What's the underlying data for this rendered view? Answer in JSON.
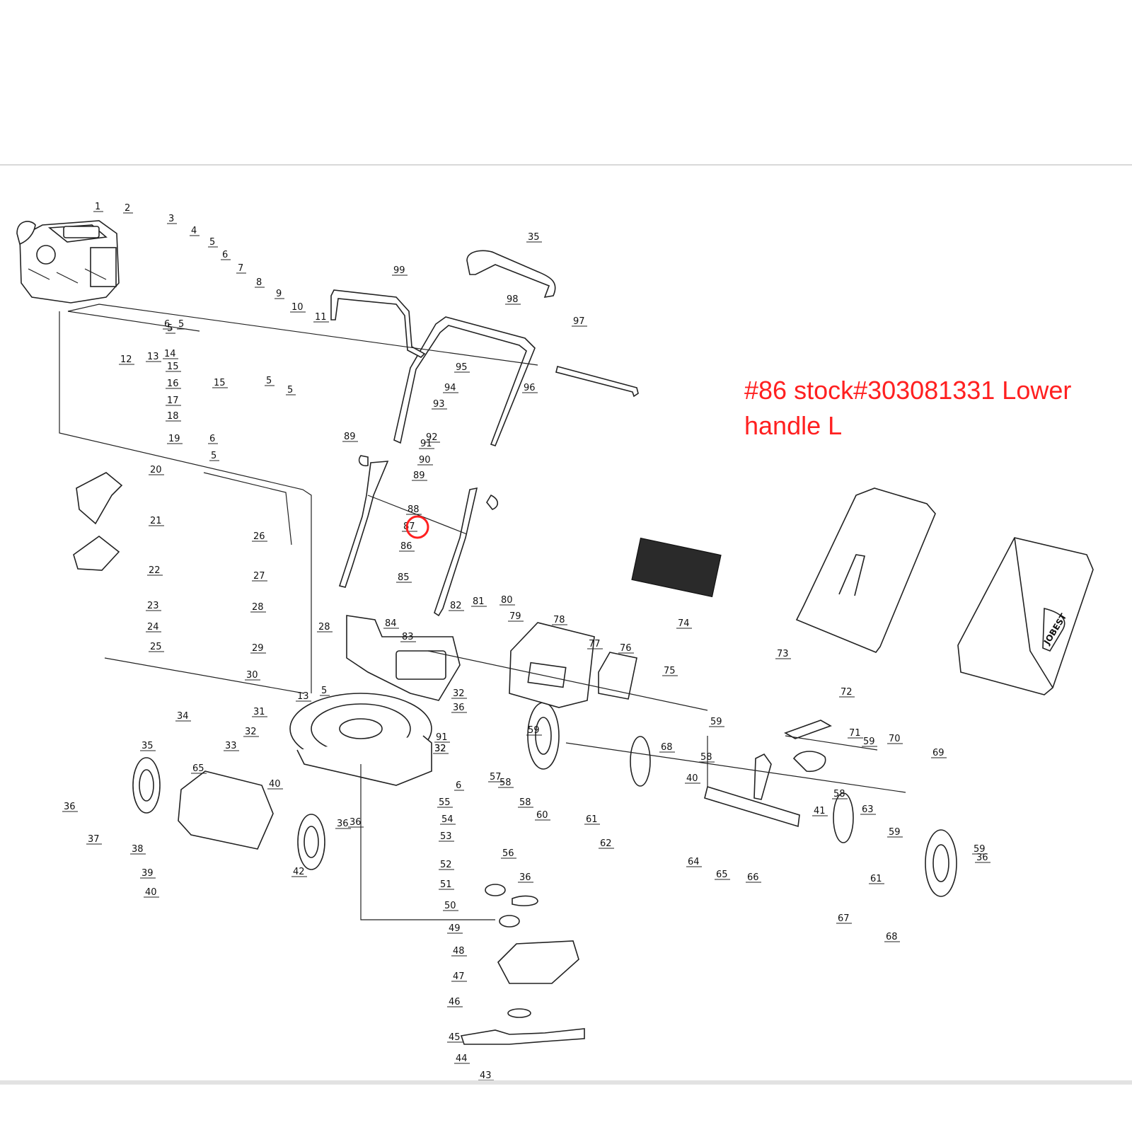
{
  "annotation": {
    "text": "#86 stock#303081331  Lower\nhandle L",
    "color": "#ff2020",
    "highlighted_part": "86"
  },
  "callouts": [
    "1",
    "2",
    "3",
    "4",
    "5",
    "6",
    "7",
    "8",
    "9",
    "10",
    "11",
    "12",
    "13",
    "14",
    "15",
    "16",
    "17",
    "18",
    "19",
    "6",
    "5",
    "15",
    "6",
    "5",
    "5",
    "5",
    "5",
    "20",
    "21",
    "22",
    "23",
    "24",
    "25",
    "26",
    "27",
    "28",
    "28",
    "29",
    "30",
    "13",
    "5",
    "31",
    "32",
    "32",
    "32",
    "32",
    "91",
    "33",
    "34",
    "35",
    "65",
    "36",
    "36",
    "36",
    "36",
    "36",
    "36",
    "37",
    "38",
    "39",
    "40",
    "40",
    "40",
    "41",
    "42",
    "43",
    "44",
    "45",
    "46",
    "47",
    "48",
    "49",
    "50",
    "51",
    "52",
    "53",
    "54",
    "55",
    "6",
    "56",
    "57",
    "58",
    "58",
    "58",
    "58",
    "59",
    "59",
    "59",
    "59",
    "59",
    "60",
    "61",
    "61",
    "62",
    "63",
    "64",
    "65",
    "66",
    "67",
    "68",
    "68",
    "69",
    "70",
    "71",
    "72",
    "73",
    "74",
    "75",
    "76",
    "77",
    "78",
    "79",
    "80",
    "81",
    "82",
    "83",
    "84",
    "85",
    "86",
    "87",
    "88",
    "89",
    "89",
    "90",
    "91",
    "92",
    "93",
    "94",
    "95",
    "96",
    "97",
    "98",
    "99",
    "35"
  ],
  "badge_text": "JOBEST"
}
